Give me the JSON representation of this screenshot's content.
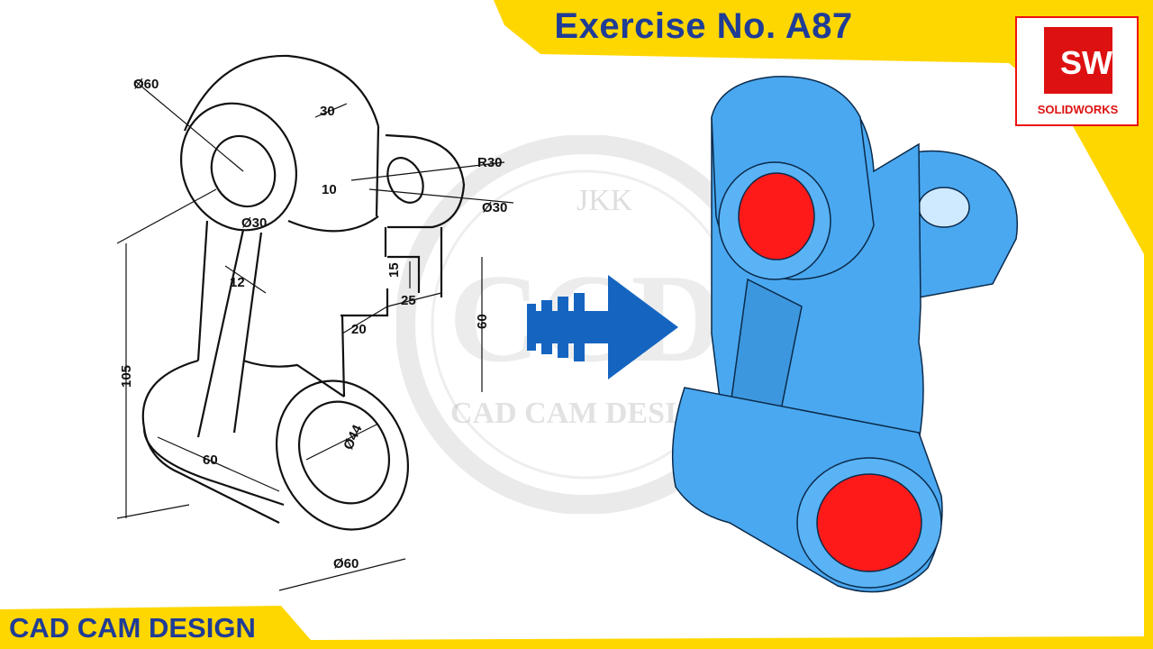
{
  "header": {
    "title": "Exercise No. A87"
  },
  "footer": {
    "brand": "CAD CAM DESIGN"
  },
  "logo": {
    "initials_s": "S",
    "initials_w": "W",
    "name": "SOLIDWORKS"
  },
  "watermark": {
    "top_text": "JKK",
    "letters": "CCD",
    "bottom_text": "CAD CAM DESIGN"
  },
  "drawing": {
    "dims": {
      "top_outer_dia": "Ø60",
      "top_width": "30",
      "top_inner_dia": "Ø30",
      "wall_10": "10",
      "radius": "R30",
      "lug_dia": "Ø30",
      "rib_12": "12",
      "lug_15": "15",
      "lug_25": "25",
      "web_20": "20",
      "height_60": "60",
      "total_height": "105",
      "bottom_width": "60",
      "bottom_inner_dia": "Ø44",
      "bottom_outer_dia": "Ø60"
    }
  },
  "colors": {
    "accent": "#ffd700",
    "title": "#1f3c96",
    "part": "#4aa8f0",
    "bore": "#ff1a1a",
    "arrow": "#1565c0"
  }
}
